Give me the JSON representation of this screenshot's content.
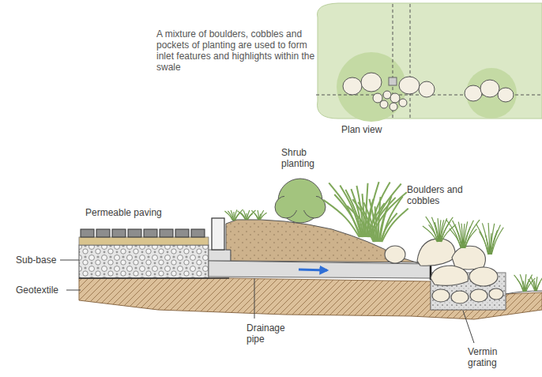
{
  "diagram": {
    "labels": [
      "A mixture of boulders, cobbles and pockets of planting are used to form inlet features and highlights within the swale",
      "Plan view",
      "Shrub planting",
      "Boulders and cobbles",
      "Permeable paving",
      "Sub-base",
      "Geotextile",
      "Drainage pipe",
      "Vermin grating"
    ]
  }
}
